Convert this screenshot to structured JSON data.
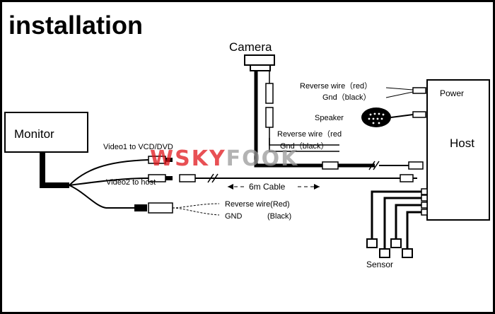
{
  "title": "installation",
  "components": {
    "camera": "Camera",
    "monitor": "Monitor",
    "host": "Host",
    "power": "Power",
    "speaker": "Speaker",
    "sensor": "Sensor"
  },
  "wire_labels": {
    "reverse_red_top": "Reverse wire（red）",
    "gnd_black_top": "Gnd（black）",
    "reverse_red_mid": "Reverse wire（red",
    "gnd_black_mid": "Gnd（black）",
    "video1": "Video1 to VCD/DVD",
    "video2": "Video2 to host",
    "cable": "6m Cable",
    "reverse_red_bottom": "Reverse wire(Red)",
    "gnd_bottom": "GND",
    "black_bottom": "(Black)"
  },
  "watermark": {
    "part1": "WSKY",
    "part2": "FOOK",
    "colors": {
      "red": "#e0161b",
      "grey": "#9a9a9a"
    }
  },
  "colors": {
    "frame": "#000000",
    "heading_bg": "#ffffff"
  }
}
